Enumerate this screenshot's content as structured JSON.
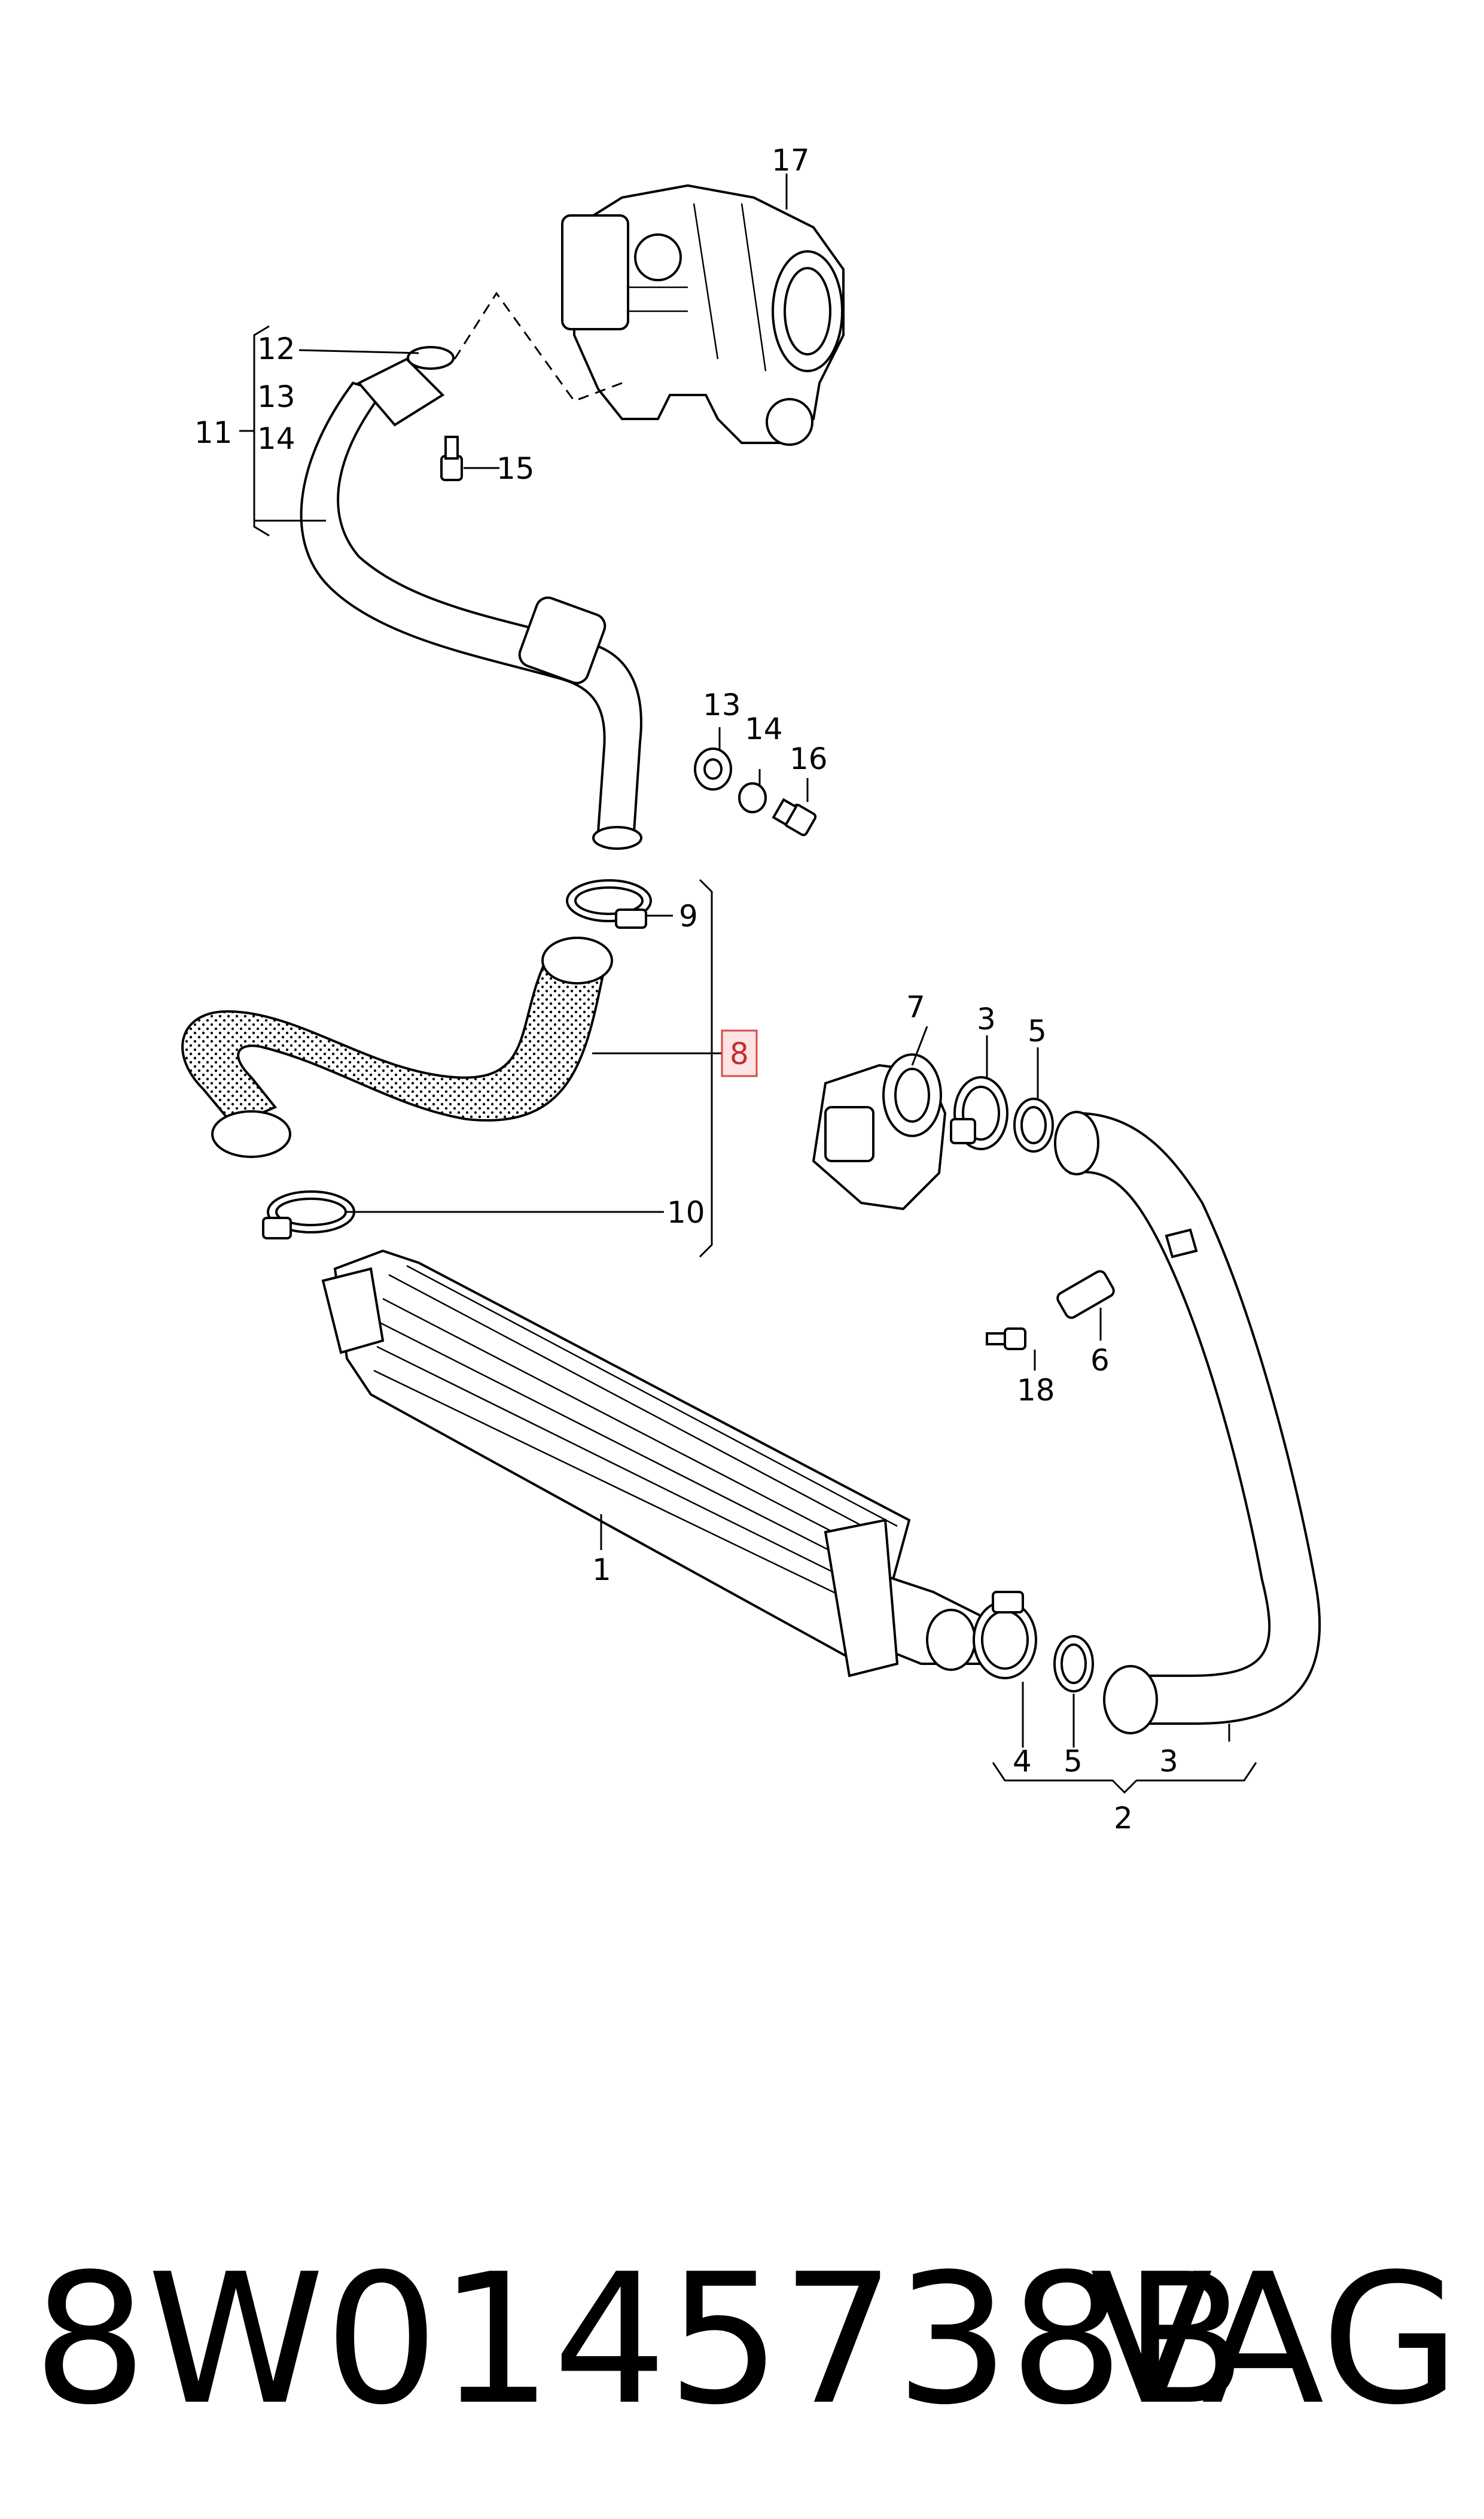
{
  "diagram": {
    "callouts": {
      "c1": "1",
      "c2": "2",
      "c3a": "3",
      "c3b": "3",
      "c4": "4",
      "c5a": "5",
      "c5b": "5",
      "c6": "6",
      "c7": "7",
      "c8": "8",
      "c9": "9",
      "c10": "10",
      "c11": "11",
      "c12": "12",
      "c13a": "13",
      "c13b": "13",
      "c14a": "14",
      "c14b": "14",
      "c15": "15",
      "c16": "16",
      "c17": "17",
      "c18": "18"
    },
    "highlighted_callout": "8",
    "highlight_color": "#d94a4a"
  },
  "footer": {
    "part_number": "8W0145738B",
    "brand": "VAG"
  }
}
